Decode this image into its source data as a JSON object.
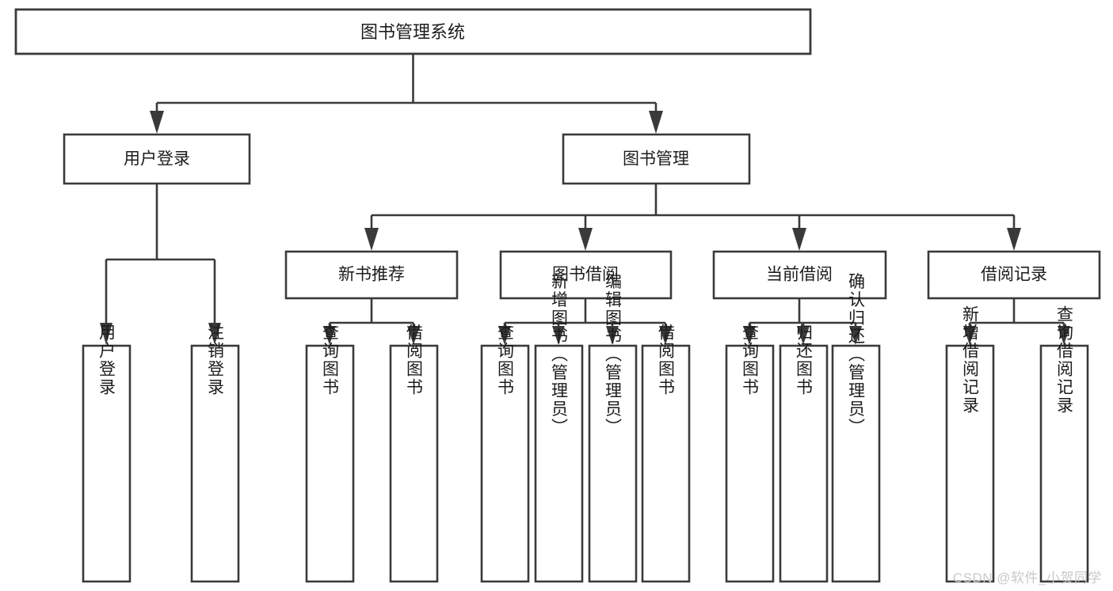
{
  "diagram": {
    "type": "tree-hierarchy",
    "title": "图书管理系统",
    "orientation": "top-down",
    "colors": {
      "stroke": "#3a3a3a",
      "fill": "#ffffff",
      "text": "#1c1c1c",
      "watermark": "#c9c9c9",
      "background": "#ffffff"
    },
    "root": {
      "label": "图书管理系统"
    },
    "level2": [
      {
        "label": "用户登录"
      },
      {
        "label": "图书管理"
      }
    ],
    "level3": [
      {
        "label": "新书推荐"
      },
      {
        "label": "图书借阅"
      },
      {
        "label": "当前借阅"
      },
      {
        "label": "借阅记录"
      }
    ],
    "leaves": {
      "user_login": [
        {
          "label": "用户登录"
        },
        {
          "label": "注销登录"
        }
      ],
      "new_book_recommend": [
        {
          "label": "查询图书"
        },
        {
          "label": "借阅图书"
        }
      ],
      "book_borrow": [
        {
          "label": "查询图书"
        },
        {
          "label": "新增图书（管理员）"
        },
        {
          "label": "编辑图书（管理员）"
        },
        {
          "label": "借阅图书"
        }
      ],
      "current_borrow": [
        {
          "label": "查询图书"
        },
        {
          "label": "归还图书"
        },
        {
          "label": "确认归还（管理员）"
        }
      ],
      "borrow_record": [
        {
          "label": "新增借阅记录"
        },
        {
          "label": "查询借阅记录"
        }
      ]
    }
  },
  "watermark": {
    "text": "CSDN @软件_小贺同学"
  }
}
